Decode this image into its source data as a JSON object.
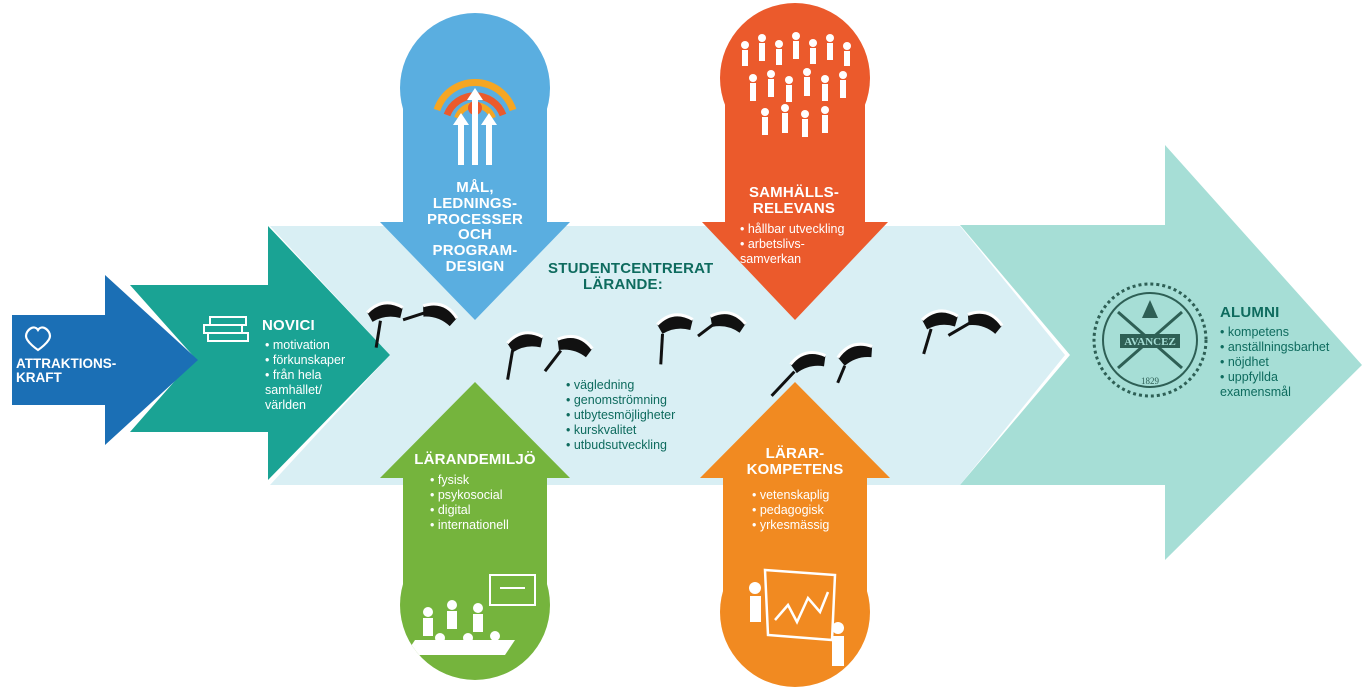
{
  "colors": {
    "attraktion": "#1b6fb5",
    "novici": "#1aa394",
    "light_band": "#d9eff4",
    "alumni": "#a6ded6",
    "mal": "#5aaee0",
    "samhalls": "#eb5a2c",
    "larandemiljo": "#75b43d",
    "lararkompetens": "#f18a21",
    "text_dark": "#0e6b5e"
  },
  "attraktion": {
    "icon": "heart-icon",
    "title": "ATTRAKTIONS-\nKRAFT"
  },
  "novici": {
    "icon": "books-icon",
    "title": "NOVICI",
    "bullets": [
      "motivation",
      "förkunskaper",
      "från hela samhället/ världen"
    ]
  },
  "mal": {
    "icon": "target-arrows-icon",
    "title": "MÅL, LEDNINGS- PROCESSER OCH PROGRAM- DESIGN"
  },
  "samhalls": {
    "icon": "crowd-icon",
    "title": "SAMHÄLLS- RELEVANS",
    "bullets": [
      "hållbar utveckling",
      "arbetslivs- samverkan"
    ]
  },
  "studentcentrerat": {
    "icon": "graduation-caps-icon",
    "title": "STUDENTCENTRERAT LÄRANDE:",
    "bullets": [
      "vägledning",
      "genomströmning",
      "utbytesmöjligheter",
      "kurskvalitet",
      "utbudsutveckling"
    ]
  },
  "larandemiljo": {
    "icon": "classroom-icon",
    "title": "LÄRANDEMILJÖ",
    "bullets": [
      "fysisk",
      "psykosocial",
      "digital",
      "internationell"
    ]
  },
  "lararkompetens": {
    "icon": "teacher-whiteboard-icon",
    "title": "LÄRAR- KOMPETENS",
    "bullets": [
      "vetenskaplig",
      "pedagogisk",
      "yrkesmässig"
    ]
  },
  "alumni": {
    "icon": "university-seal-icon",
    "seal_text": "AVANCEZ",
    "seal_year": "1829",
    "title": "ALUMNI",
    "bullets": [
      "kompetens",
      "anställningsbarhet",
      "nöjdhet",
      "uppfyllda examensmål"
    ]
  }
}
